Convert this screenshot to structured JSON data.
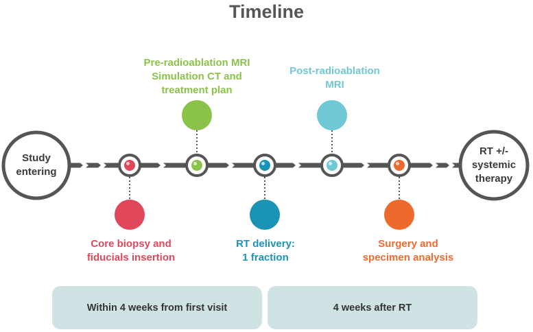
{
  "title": "Timeline",
  "start": {
    "lines": [
      "Study",
      "entering"
    ]
  },
  "end": {
    "lines": [
      "RT +/-",
      "systemic",
      "therapy"
    ]
  },
  "milestones": [
    {
      "name": "core-biopsy",
      "color": "#e0475a",
      "side": "below",
      "lines": [
        "Core biopsy and",
        "fiducials insertion"
      ]
    },
    {
      "name": "pre-radioablation",
      "color": "#8bc34a",
      "side": "above",
      "lines": [
        "Pre-radioablation MRI",
        "Simulation CT and",
        "treatment plan"
      ]
    },
    {
      "name": "rt-delivery",
      "color": "#1b93b5",
      "side": "below",
      "lines": [
        "RT delivery:",
        "1 fraction"
      ]
    },
    {
      "name": "post-radioablation",
      "color": "#6fc8d6",
      "side": "above",
      "lines": [
        "Post-radioablation",
        "MRI"
      ]
    },
    {
      "name": "surgery",
      "color": "#ee6a2c",
      "side": "below",
      "lines": [
        "Surgery and",
        "specimen analysis"
      ]
    }
  ],
  "phases": [
    {
      "label": "Within 4 weeks from first visit"
    },
    {
      "label": "4 weeks after RT"
    }
  ],
  "colors": {
    "line": "#555555",
    "title": "#555555",
    "phase_bg": "#cfe3e5"
  }
}
